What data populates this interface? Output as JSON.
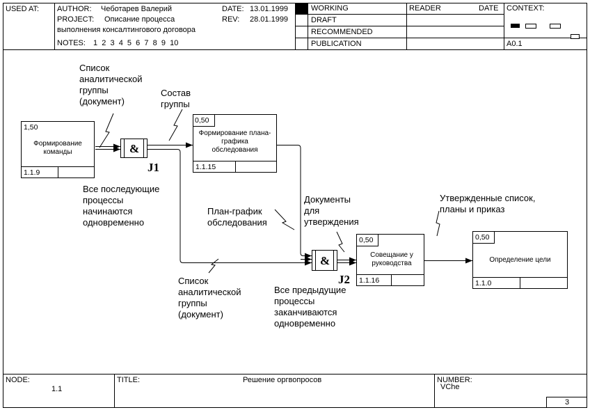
{
  "header": {
    "used_at_label": "USED AT:",
    "author_label": "AUTHOR:",
    "author_value": "Чеботарев Валерий",
    "project_label": "PROJECT:",
    "project_value_line1": "Описание процесса",
    "project_value_line2": "выполнения консалтингового договора",
    "notes_label": "NOTES:",
    "notes_value": "1  2  3  4  5  6  7  8  9  10",
    "date_label": "DATE:",
    "date_value": "13.01.1999",
    "rev_label": "REV:",
    "rev_value": "28.01.1999",
    "status": [
      "WORKING",
      "DRAFT",
      "RECOMMENDED",
      "PUBLICATION"
    ],
    "reader_label": "READER",
    "reader_date_label": "DATE",
    "context_label": "CONTEXT:",
    "context_value": "A0.1"
  },
  "diagram": {
    "units": [
      {
        "name": "Формирование команды",
        "duration": "1,50",
        "ref": "1.1.9"
      },
      {
        "name": "Формирование плана-графика обследования",
        "duration": "0,50",
        "ref": "1.1.15"
      },
      {
        "name": "Совещание у руководства",
        "duration": "0,50",
        "ref": "1.1.16"
      },
      {
        "name": "Определение цели",
        "duration": "0,50",
        "ref": "1.1.0"
      }
    ],
    "junctions": [
      {
        "symbol": "&",
        "label": "J1"
      },
      {
        "symbol": "&",
        "label": "J2"
      }
    ],
    "labels": {
      "group_list_top": [
        "Список",
        "аналитической",
        "группы",
        "(документ)"
      ],
      "group_composition": [
        "Состав",
        "группы"
      ],
      "all_subsequent": [
        "Все последующие",
        "процессы",
        "начинаются",
        "одновременно"
      ],
      "survey_schedule": [
        "План-график",
        "обследования"
      ],
      "docs_for_approval": [
        "Документы",
        "для",
        "утверждения"
      ],
      "approved_list": [
        "Утвержденные список,",
        "планы и приказ"
      ],
      "group_list_bottom": [
        "Список",
        "аналитической",
        "группы",
        "(документ)"
      ],
      "all_previous": [
        "Все предыдущие",
        "процессы",
        "заканчиваются",
        "одновременно"
      ]
    }
  },
  "footer": {
    "node_label": "NODE:",
    "node_value": "1.1",
    "title_label": "TITLE:",
    "title_value": "Решение оргвопросов",
    "number_label": "NUMBER:",
    "number_value": "VChe",
    "page": "3"
  }
}
